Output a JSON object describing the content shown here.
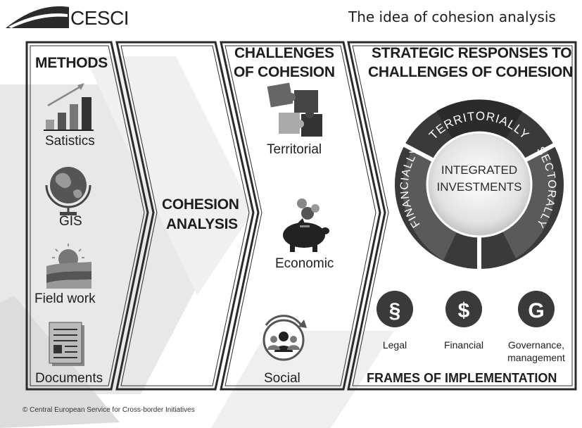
{
  "brand": {
    "name": "CESCI"
  },
  "title": "The idea of cohesion analysis",
  "methods": {
    "header": "METHODS",
    "items": [
      {
        "label": "Satistics",
        "icon": "bar-chart-icon"
      },
      {
        "label": "GIS",
        "icon": "globe-icon"
      },
      {
        "label": "Field work",
        "icon": "field-icon"
      },
      {
        "label": "Documents",
        "icon": "document-icon"
      }
    ]
  },
  "analysis": {
    "line1": "COHESION",
    "line2": "ANALYSIS"
  },
  "challenges": {
    "header_line1": "CHALLENGES",
    "header_line2": "OF COHESION",
    "items": [
      {
        "label": "Territorial",
        "icon": "puzzle-icon"
      },
      {
        "label": "Economic",
        "icon": "piggy-bank-icon"
      },
      {
        "label": "Social",
        "icon": "people-icon"
      }
    ]
  },
  "strategic": {
    "header_line1": "STRATEGIC RESPONSES TO",
    "header_line2": "CHALLENGES OF COHESION",
    "center_line1": "INTEGRATED",
    "center_line2": "INVESTMENTS",
    "ring": {
      "top": "TERRITORIALLY",
      "right": "SECTORALLY",
      "left": "FINANCIALLY"
    }
  },
  "frames": {
    "header": "FRAMES OF IMPLEMENTATION",
    "items": [
      {
        "symbol": "§",
        "label": "Legal"
      },
      {
        "symbol": "$",
        "label": "Financial"
      },
      {
        "symbol": "G",
        "label_line1": "Governance,",
        "label_line2": "management"
      }
    ]
  },
  "footer": "© Central European Service for Cross-border Initiatives",
  "colors": {
    "dark": "#2b2b2b",
    "mid": "#555555",
    "light": "#9a9a9a",
    "bg_shape": "#e6e6e6"
  }
}
